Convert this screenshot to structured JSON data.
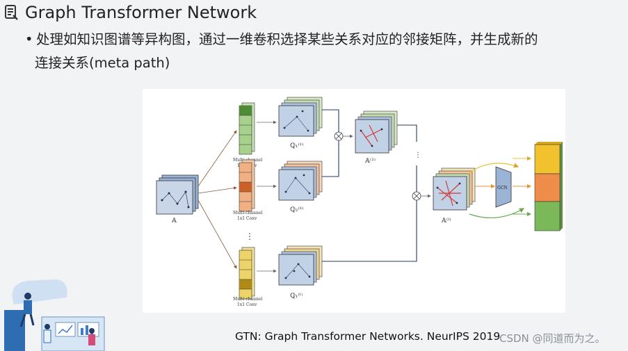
{
  "header": {
    "icon": "document-list-icon",
    "title": "Graph Transformer Network"
  },
  "bullet": {
    "line1": "处理如知识图谱等异构图，通过一维卷积选择某些关系对应的邻接矩阵，并生成新的",
    "line2": "连接关系(meta path)"
  },
  "figure": {
    "input_label": "𝔸",
    "conv_labels": [
      "Multi-channel",
      "1x1 Conv"
    ],
    "q_labels": [
      "ℚ₁⁽¹⁾",
      "ℚ₂⁽¹⁾",
      "ℚ₁⁽ˡ⁾"
    ],
    "a_labels": [
      "𝔸⁽¹⁾",
      "𝔸⁽ˡ⁾"
    ],
    "gcn_label": "GCN",
    "vertical_dots": "⋮",
    "colors": {
      "green": "#7bb35a",
      "orange": "#e08a4a",
      "yellow": "#e8c63a",
      "navy": "#1f3b66",
      "tile_blue": "#8fa9cc",
      "edge_red": "#d33a3a"
    }
  },
  "output_stack": {
    "colors": [
      "#f2c12e",
      "#ee8d4a",
      "#7ab85a"
    ]
  },
  "caption": "GTN: Graph Transformer Networks. NeurIPS 2019",
  "watermark": "CSDN @同道而为之。"
}
